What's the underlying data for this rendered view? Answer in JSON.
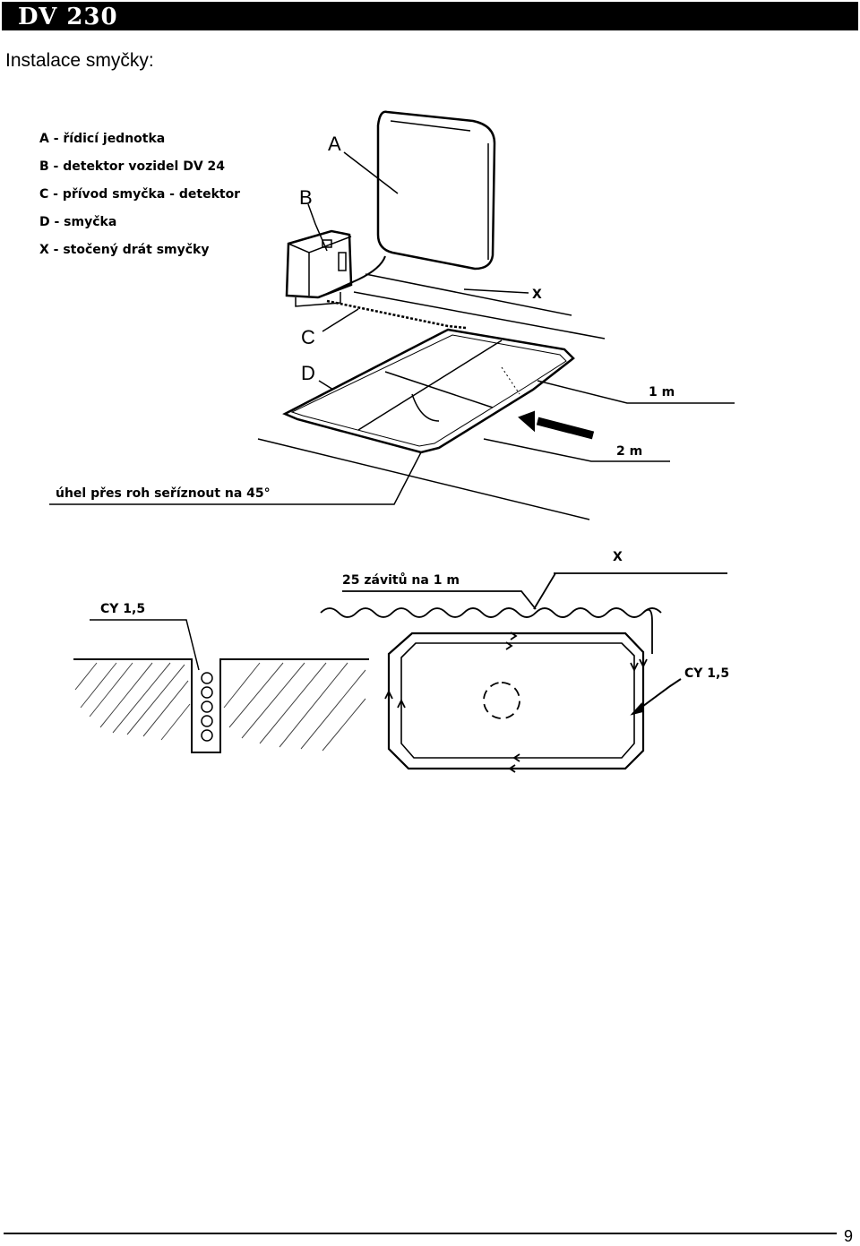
{
  "header": {
    "title": "DV 230"
  },
  "page_title": "Instalace smyčky:",
  "legend": {
    "items": [
      "A - řídicí jednotka",
      "B - detektor vozidel DV 24",
      "C - přívod smyčka - detektor",
      "D - smyčka",
      "X - stočený drát smyčky"
    ]
  },
  "figure1": {
    "label_a": "A",
    "label_b": "B",
    "label_c": "C",
    "label_d": "D",
    "label_x": "X",
    "label_1m": "1 m",
    "label_2m": "2 m",
    "corner_note": "úhel přes roh seříznout na 45°"
  },
  "figure2": {
    "label_cy_left": "CY 1,5",
    "label_turns": "25 závitů na 1 m",
    "label_x": "X",
    "label_cy_right": "CY 1,5"
  },
  "footer": {
    "page_number": "9"
  }
}
